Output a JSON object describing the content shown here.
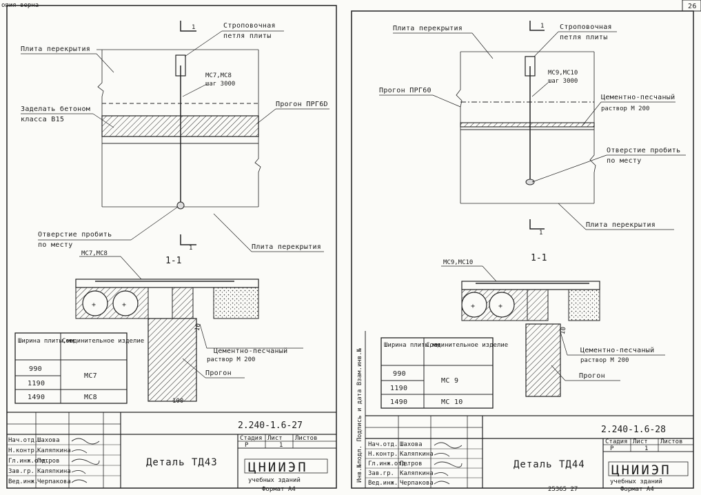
{
  "stamp_top_left": "опия верна",
  "page_number": "26",
  "left": {
    "labels": {
      "slab_top": "Плита перекрытия",
      "lifting_loop_1": "Строповочная",
      "lifting_loop_2": "петля плиты",
      "marks": "МС7,МС8",
      "step": "шаг 3000",
      "concrete_1": "Заделать бетоном",
      "concrete_2": "класса В15",
      "purlin_top": "Прогон ПРГ6D",
      "hole_1": "Отверстие пробить",
      "hole_2": "по месту",
      "slab_bottom": "Плита перекрытия",
      "section_mark": "1",
      "section_title": "1-1",
      "section_marks": "МС7,МС8",
      "mortar_1": "Цементно-песчаный",
      "mortar_2": "раствор М 200",
      "purlin": "Прогон",
      "dim_10": "10",
      "dim_100": "100"
    },
    "table": {
      "col1": "Ширина плиты,мм",
      "col2": "Соединительное изделие",
      "rows": [
        {
          "w": "990",
          "item": "МС7"
        },
        {
          "w": "1190",
          "item": ""
        },
        {
          "w": "1490",
          "item": "МС8"
        }
      ]
    },
    "stamp": {
      "code": "2.240-1.6-27",
      "title": "Деталь ТД43",
      "roles": [
        "Нач.отд.",
        "Н.контр.",
        "Гл.инж.отд.",
        "Зав.гр.",
        "Вед.инж."
      ],
      "names": [
        "Шахова",
        "Каляпкина",
        "Петров",
        "Каляпкина",
        "Черпакова"
      ],
      "stage_hdr": "Стадия",
      "sheet_hdr": "Лист",
      "sheets_hdr": "Листов",
      "stage": "Р",
      "sheets": "1",
      "org": "ЦНИИЭП",
      "org_sub": "учебных зданий",
      "format": "Формат А4"
    }
  },
  "right": {
    "labels": {
      "slab_top": "Плита перекрытия",
      "lifting_loop_1": "Строповочная",
      "lifting_loop_2": "петля плиты",
      "marks": "МС9,МС10",
      "step": "шаг 3000",
      "purlin_top": "Прогон ПРГ60",
      "mortar_top_1": "Цементно-песчаный",
      "mortar_top_2": "раствор М 200",
      "hole_1": "Отверстие пробить",
      "hole_2": "по месту",
      "slab_bottom": "Плита перекрытия",
      "section_mark": "1",
      "section_title": "1-1",
      "section_marks": "МС9,МС10",
      "mortar_1": "Цементно-песчаный",
      "mortar_2": "раствор М 200",
      "purlin": "Прогон",
      "dim_10": "10"
    },
    "side_strip": "Инв.№подл.  Подпись и дата  Взам.инв.№",
    "table": {
      "col1": "Ширина плиты,мм",
      "col2": "Соединительное изделие",
      "rows": [
        {
          "w": "990",
          "item": "МС 9"
        },
        {
          "w": "1190",
          "item": ""
        },
        {
          "w": "1490",
          "item": "МС 10"
        }
      ]
    },
    "stamp": {
      "code": "2.240-1.6-28",
      "title": "Деталь ТД44",
      "roles": [
        "Нач.отд.",
        "Н.контр.",
        "Гл.инж.отд.",
        "Зав.гр.",
        "Вед.инж."
      ],
      "names": [
        "Шахова",
        "Каляпкина",
        "Петров",
        "Каляпкина",
        "Черпакова"
      ],
      "stage_hdr": "Стадия",
      "sheet_hdr": "Лист",
      "sheets_hdr": "Листов",
      "stage": "Р",
      "sheets": "1",
      "org": "ЦНИИЭП",
      "org_sub": "учебных зданий",
      "bottom_num": "25365  27",
      "format": "Формат А4"
    }
  }
}
